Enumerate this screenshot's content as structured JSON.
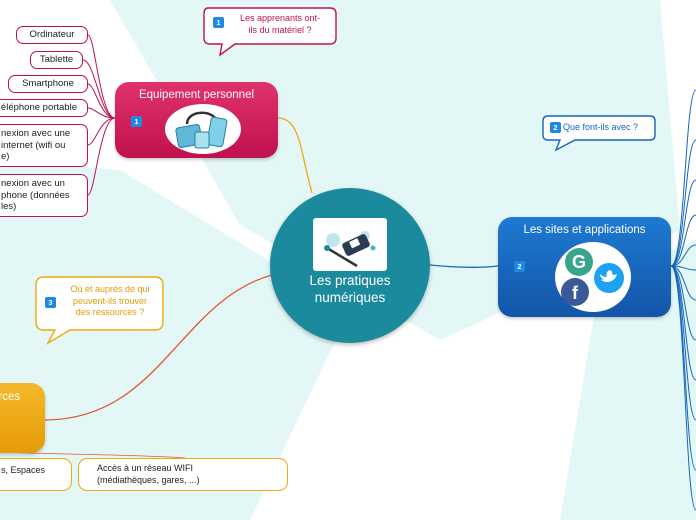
{
  "central": {
    "title_line1": "Les pratiques",
    "title_line2": "numériques",
    "icon": "usb-key-icon"
  },
  "equipement": {
    "title": "Equipement personnel",
    "badge": "1",
    "icon": "devices-icon",
    "leaves": [
      "Ordinateur",
      "Tablette",
      "Smartphone",
      "éléphone portable"
    ],
    "leaf_conn1": [
      "nexion avec une",
      "internet (wifi ou",
      "e)"
    ],
    "leaf_conn2": [
      "nexion avec un",
      "phone (données",
      "les)"
    ],
    "callout_badge": "1",
    "callout_line1": "Les apprenants ont-",
    "callout_line2": "ils du matériel ?"
  },
  "sites": {
    "title": "Les sites et applications",
    "badge": "2",
    "icon": "social-media-icons",
    "callout_badge": "2",
    "callout": "Que font-ils avec ?"
  },
  "ressources": {
    "title": "urces",
    "callout_badge": "3",
    "callout_line1": "Où et auprès de qui",
    "callout_line2": "peuvent-ils trouver",
    "callout_line3": "des ressources ?",
    "leaf_left": "s, Espaces",
    "leaf_wifi_line1": "Accès à un réseau WIFI",
    "leaf_wifi_line2": "(médiathèques, gares, ...)"
  },
  "colors": {
    "equipement": "#c0114f",
    "sites": "#1565c0",
    "ressources": "#f0a90e",
    "central": "#1a8a9c",
    "background_shape": "#e0f7f7"
  }
}
